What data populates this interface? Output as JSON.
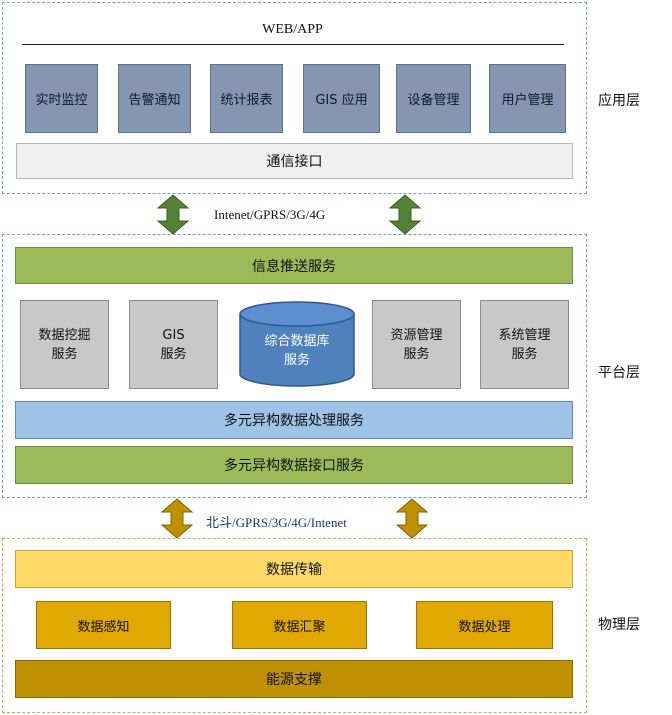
{
  "application_layer": {
    "label": "应用层",
    "title": "WEB/APP",
    "modules": [
      "实时监控",
      "告警通知",
      "统计报表",
      "GIS 应用",
      "设备管理",
      "用户管理"
    ],
    "interface": "通信接口"
  },
  "link_top": {
    "label": "Intenet/GPRS/3G/4G",
    "arrow_color": "#548235"
  },
  "platform_layer": {
    "label": "平台层",
    "push_service": "信息推送服务",
    "services": {
      "mining_1": "数据挖掘",
      "mining_2": "服务",
      "gis_1": "GIS",
      "gis_2": "服务",
      "db_1": "综合数据库",
      "db_2": "服务",
      "resource_1": "资源管理",
      "resource_2": "服务",
      "system_1": "系统管理",
      "system_2": "服务"
    },
    "processing": "多元异构数据处理服务",
    "interface": "多元异构数据接口服务"
  },
  "link_bottom": {
    "label": "北斗/GPRS/3G/4G/Intenet",
    "arrow_color": "#bf9000"
  },
  "physical_layer": {
    "label": "物理层",
    "transmission": "数据传输",
    "units": [
      "数据感知",
      "数据汇聚",
      "数据处理"
    ],
    "energy": "能源支撑"
  },
  "colors": {
    "app_module": "#8496b0",
    "green_service": "#9bbb59",
    "blue_service": "#9dc3e6",
    "database": "#4f81bd",
    "transmission": "#ffd966",
    "physical_unit": "#e0a800",
    "energy": "#bf9000"
  }
}
